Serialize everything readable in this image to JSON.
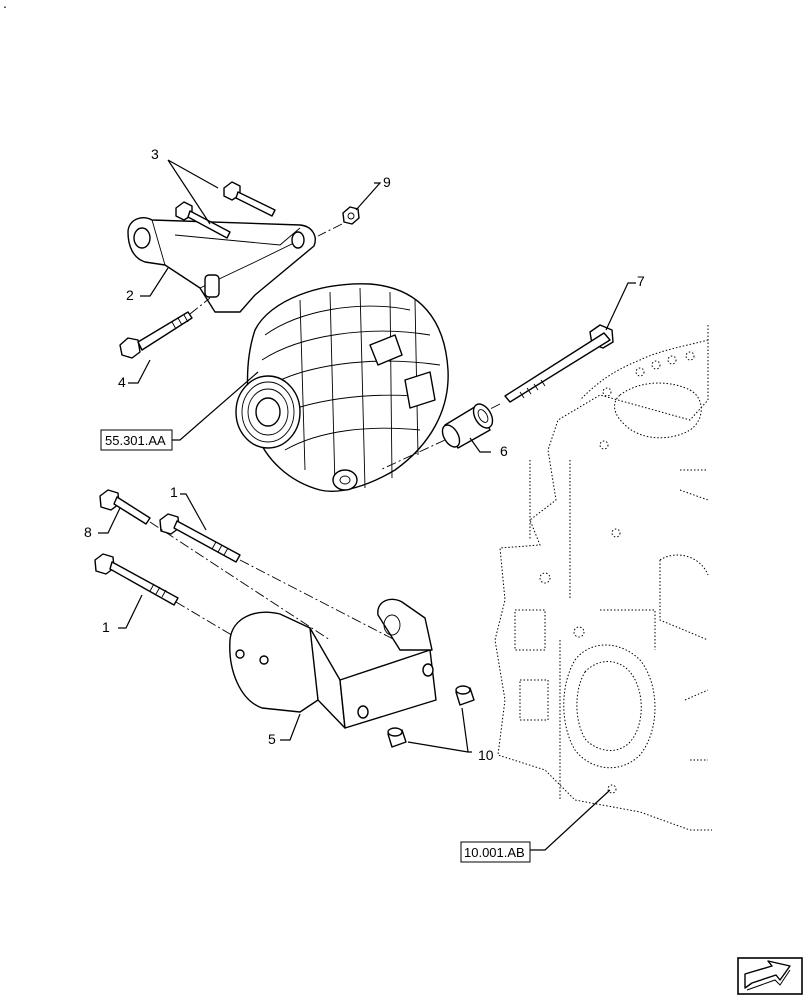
{
  "corner_mark": ".",
  "callouts": {
    "c1a": "1",
    "c1b": "1",
    "c2": "2",
    "c3": "3",
    "c4": "4",
    "c5": "5",
    "c6": "6",
    "c7": "7",
    "c8": "8",
    "c9": "9",
    "c10": "10"
  },
  "references": {
    "alternator": "55.301.AA",
    "engine_block": "10.001.AB"
  },
  "icons": {
    "nav": "next-page-arrow-icon"
  }
}
